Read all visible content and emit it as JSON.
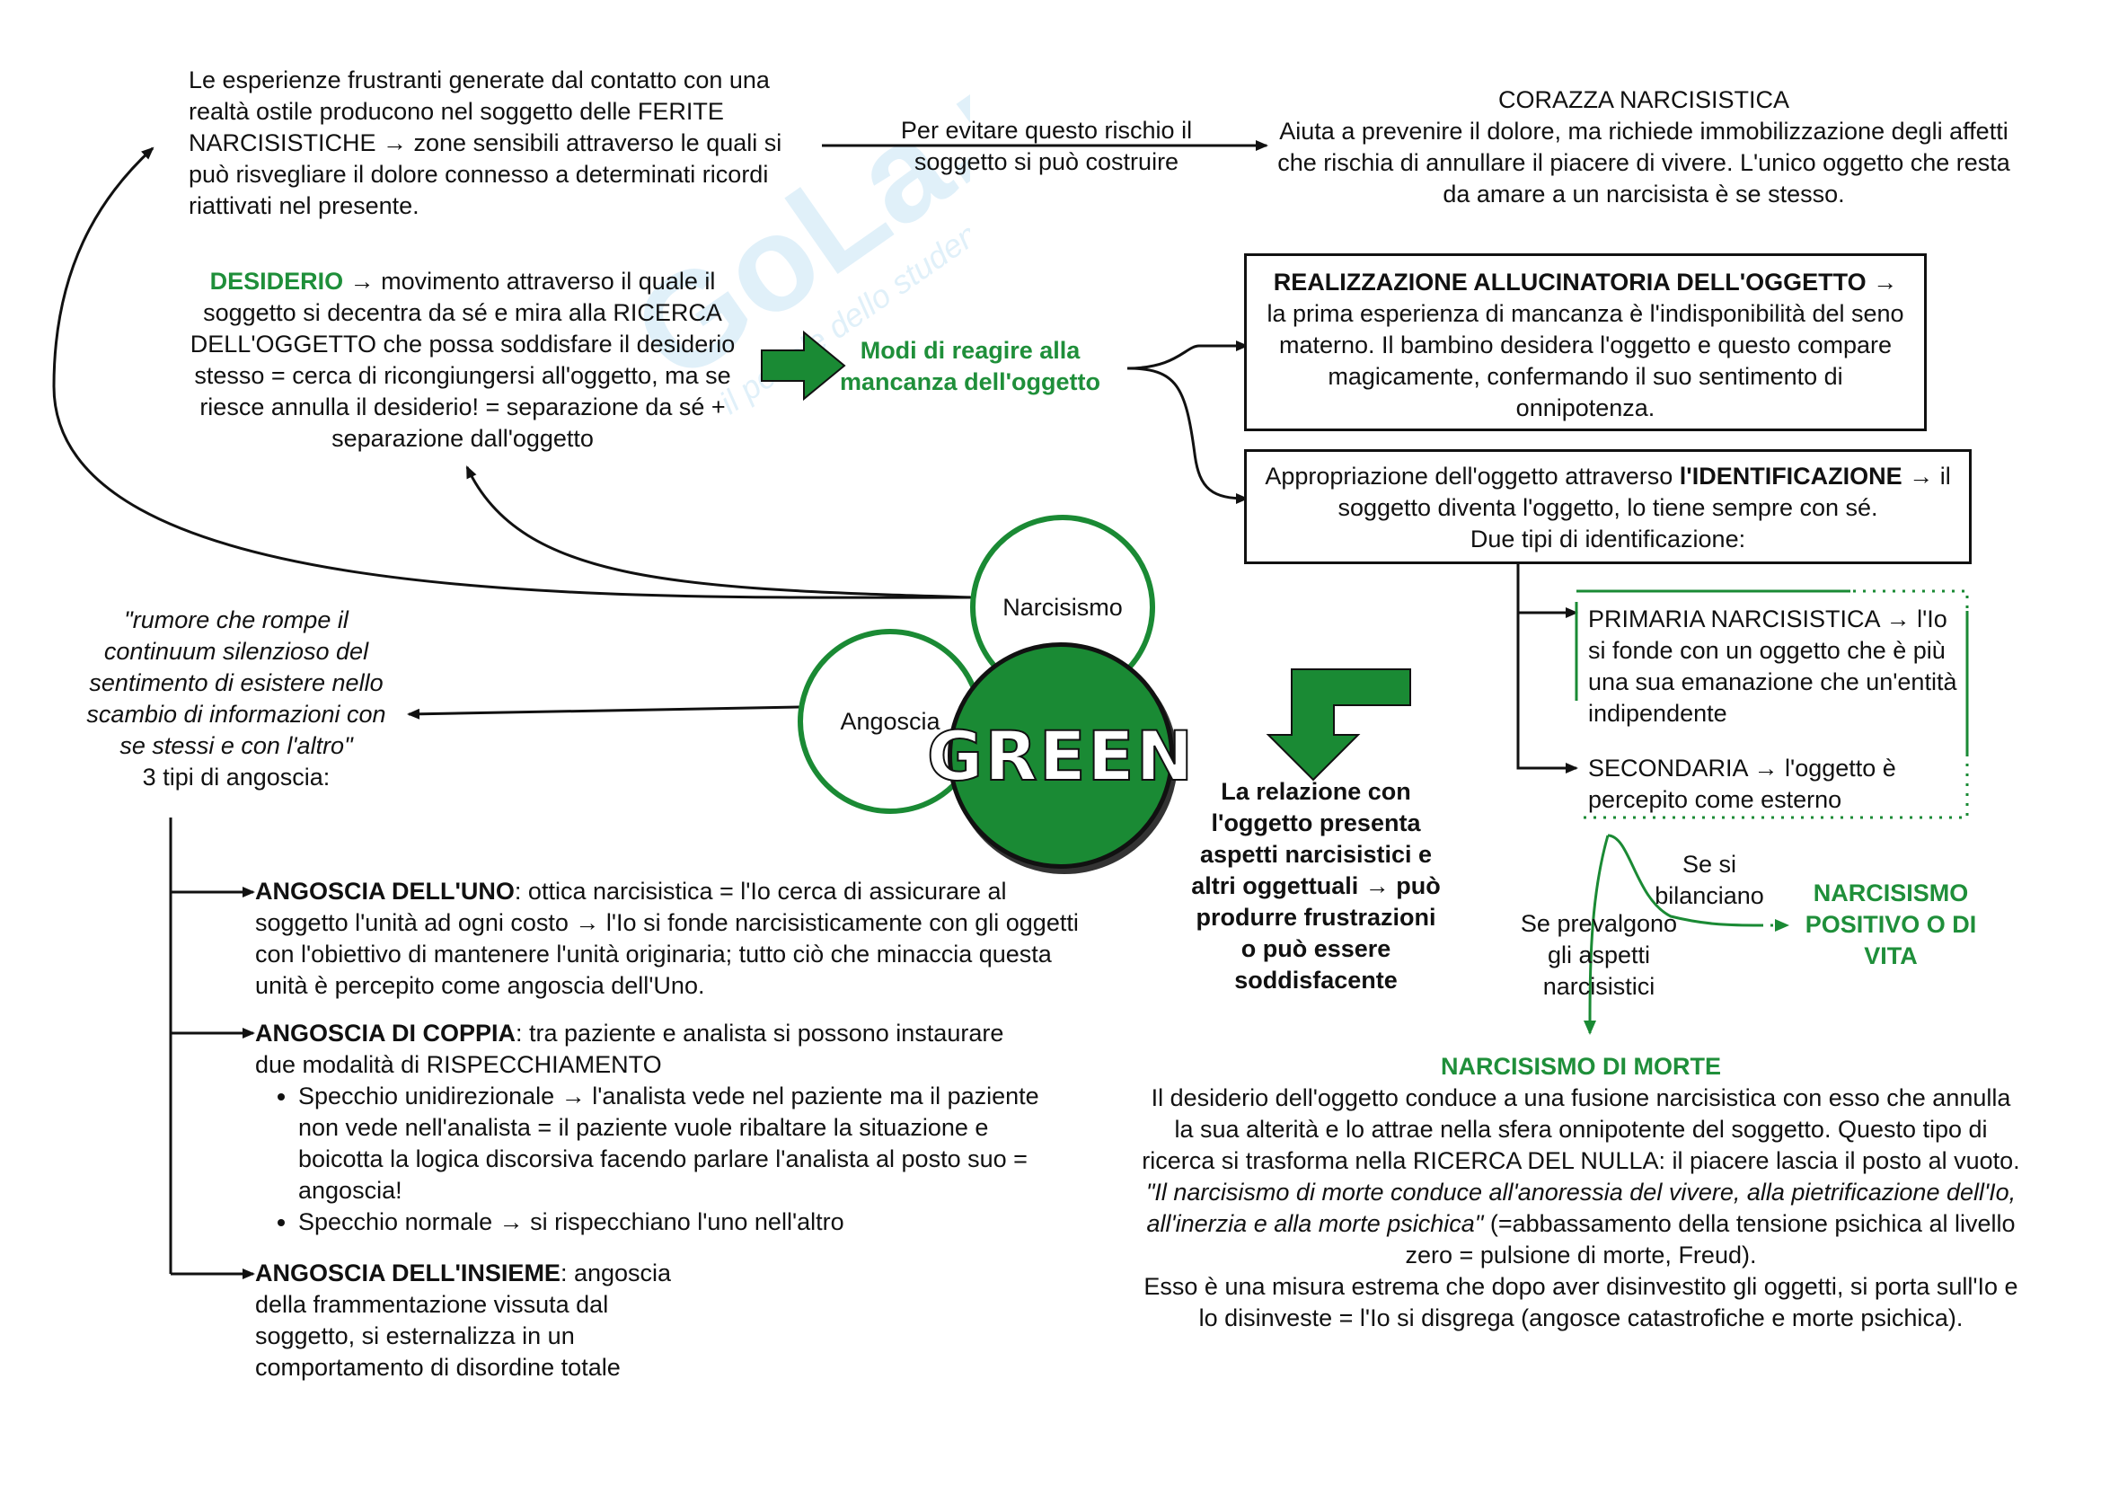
{
  "watermark": {
    "text": "GoLa.net",
    "tagline": "il portale dello studente"
  },
  "ferite": {
    "text": "Le esperienze frustranti generate dal contatto con una realtà ostile producono nel soggetto delle FERITE NARCISISTICHE → zone sensibili attraverso le quali si può risvegliare il dolore connesso a determinati ricordi riattivati nel presente."
  },
  "evitare_label": "Per evitare questo rischio il soggetto si può costruire",
  "corazza": {
    "title": "CORAZZA NARCISISTICA",
    "text": "Aiuta a prevenire il dolore, ma richiede immobilizzazione degli affetti che rischia di annullare il piacere di vivere. L'unico oggetto che resta da amare a un narcisista è se stesso."
  },
  "desiderio": {
    "term": "DESIDERIO",
    "text": " → movimento attraverso il quale il soggetto si decentra da sé e mira alla RICERCA DELL'OGGETTO che possa soddisfare il desiderio stesso = cerca di ricongiungersi all'oggetto, ma se riesce annulla il desiderio! = separazione da sé + separazione dall'oggetto"
  },
  "modi_label": "Modi di reagire alla mancanza dell'oggetto",
  "realizzazione": {
    "term": "REALIZZAZIONE ALLUCINATORIA DELL'OGGETTO",
    "text": " → la prima esperienza di mancanza è l'indisponibilità del seno materno. Il bambino desidera l'oggetto e questo compare magicamente, confermando il suo sentimento di onnipotenza."
  },
  "identificazione": {
    "pre": "Appropriazione dell'oggetto attraverso ",
    "term": "l'IDENTIFICAZIONE",
    "post": " → il soggetto diventa l'oggetto, lo tiene sempre con sé.",
    "line3": "Due tipi di identificazione:"
  },
  "primaria": "PRIMARIA NARCISISTICA → l'Io si fonde con un oggetto che è più una sua emanazione che un'entità indipendente",
  "secondaria": "SECONDARIA → l'oggetto è percepito come esterno",
  "circles": {
    "narcisismo": "Narcisismo",
    "angoscia": "Angoscia",
    "green": "GREEN"
  },
  "rumore": {
    "quote": "\"rumore che rompe il continuum silenzioso del sentimento di esistere nello scambio di informazioni con se stessi e con l'altro\"",
    "tipi": "3 tipi di angoscia:"
  },
  "angoscia_uno": {
    "term": "ANGOSCIA DELL'UNO",
    "text": ": ottica narcisistica = l'Io cerca di assicurare al soggetto l'unità ad ogni costo → l'Io si fonde narcisisticamente con gli oggetti con l'obiettivo di mantenere l'unità originaria; tutto ciò che minaccia questa unità è percepito come angoscia dell'Uno."
  },
  "angoscia_coppia": {
    "term": "ANGOSCIA DI COPPIA",
    "text": ": tra paziente e analista si possono instaurare due modalità di RISPECCHIAMENTO",
    "bullets": [
      "Specchio unidirezionale → l'analista vede nel paziente ma il paziente non vede nell'analista = il paziente vuole ribaltare la situazione e boicotta la logica discorsiva facendo parlare l'analista al posto suo = angoscia!",
      "Specchio normale → si rispecchiano l'uno nell'altro"
    ]
  },
  "angoscia_insieme": {
    "term": "ANGOSCIA DELL'INSIEME",
    "text": ": angoscia della frammentazione vissuta dal soggetto, si esternalizza in un comportamento di disordine totale"
  },
  "relazione": "La relazione con l'oggetto presenta aspetti narcisistici e altri oggettuali → può produrre frustrazioni o può essere soddisfacente",
  "bilanciano": "Se si bilanciano",
  "prevalgono": "Se prevalgono gli aspetti narcisistici",
  "positivo": "NARCISISMO POSITIVO O DI VITA",
  "morte": {
    "title": "NARCISISMO DI MORTE",
    "p1": "Il desiderio dell'oggetto conduce a una fusione narcisistica con esso che annulla la sua alterità e lo attrae nella sfera onnipotente del soggetto. Questo tipo di ricerca si trasforma nella RICERCA DEL NULLA: il piacere lascia il posto al vuoto.",
    "quote": "\"Il narcisismo di morte conduce all'anoressia del vivere, alla pietrificazione dell'Io, all'inerzia e alla morte psichica\"",
    "quote_after": " (=abbassamento della tensione psichica al livello zero = pulsione di morte, Freud).",
    "p2": "Esso è una misura estrema che dopo aver disinvestito gli oggetti, si porta sull'Io e lo disinveste = l'Io si disgrega (angosce catastrofiche e morte psichica)."
  },
  "colors": {
    "accent": "#1f8f3a",
    "dark_green": "#1a8a34",
    "ink": "#111111"
  }
}
